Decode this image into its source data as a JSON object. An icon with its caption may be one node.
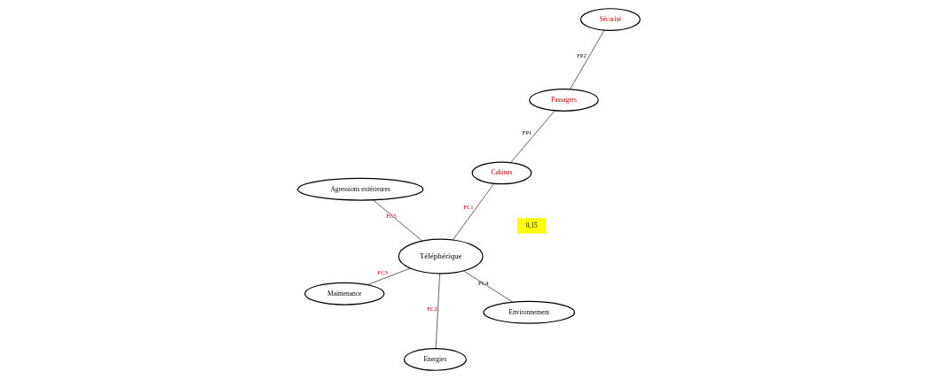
{
  "diagram": {
    "nodes": [
      {
        "text": [
          "Téléphérique"
        ]
      },
      {
        "text": [
          "Passagers"
        ]
      },
      {
        "text": [
          "Energies"
        ]
      },
      {
        "text": [
          "Cabines"
        ]
      },
      {
        "text": [
          "Sécurité"
        ]
      },
      {
        "text": [
          "Agressions extérieures"
        ]
      },
      {
        "text": [
          "Maintenance"
        ]
      },
      {
        "text": [
          "Environnement"
        ]
      }
    ],
    "edges": [
      {
        "from": 1,
        "to": 3,
        "arrow": "none",
        "label": "FP1"
      },
      {
        "from": 1,
        "to": 4,
        "arrow": "none",
        "label": "FP2"
      },
      {
        "from": 0,
        "to": 3,
        "arrow": "none",
        "label": "FC1"
      },
      {
        "from": 0,
        "to": 2,
        "arrow": "none",
        "label": "FC2"
      },
      {
        "from": 0,
        "to": 6,
        "arrow": "none",
        "label": "FC3"
      },
      {
        "from": 0,
        "to": 7,
        "arrow": "none",
        "label": "FC4"
      },
      {
        "from": 0,
        "to": 5,
        "arrow": "none",
        "label": "FC5"
      }
    ],
    "labels": [
      "0,15"
    ]
  }
}
